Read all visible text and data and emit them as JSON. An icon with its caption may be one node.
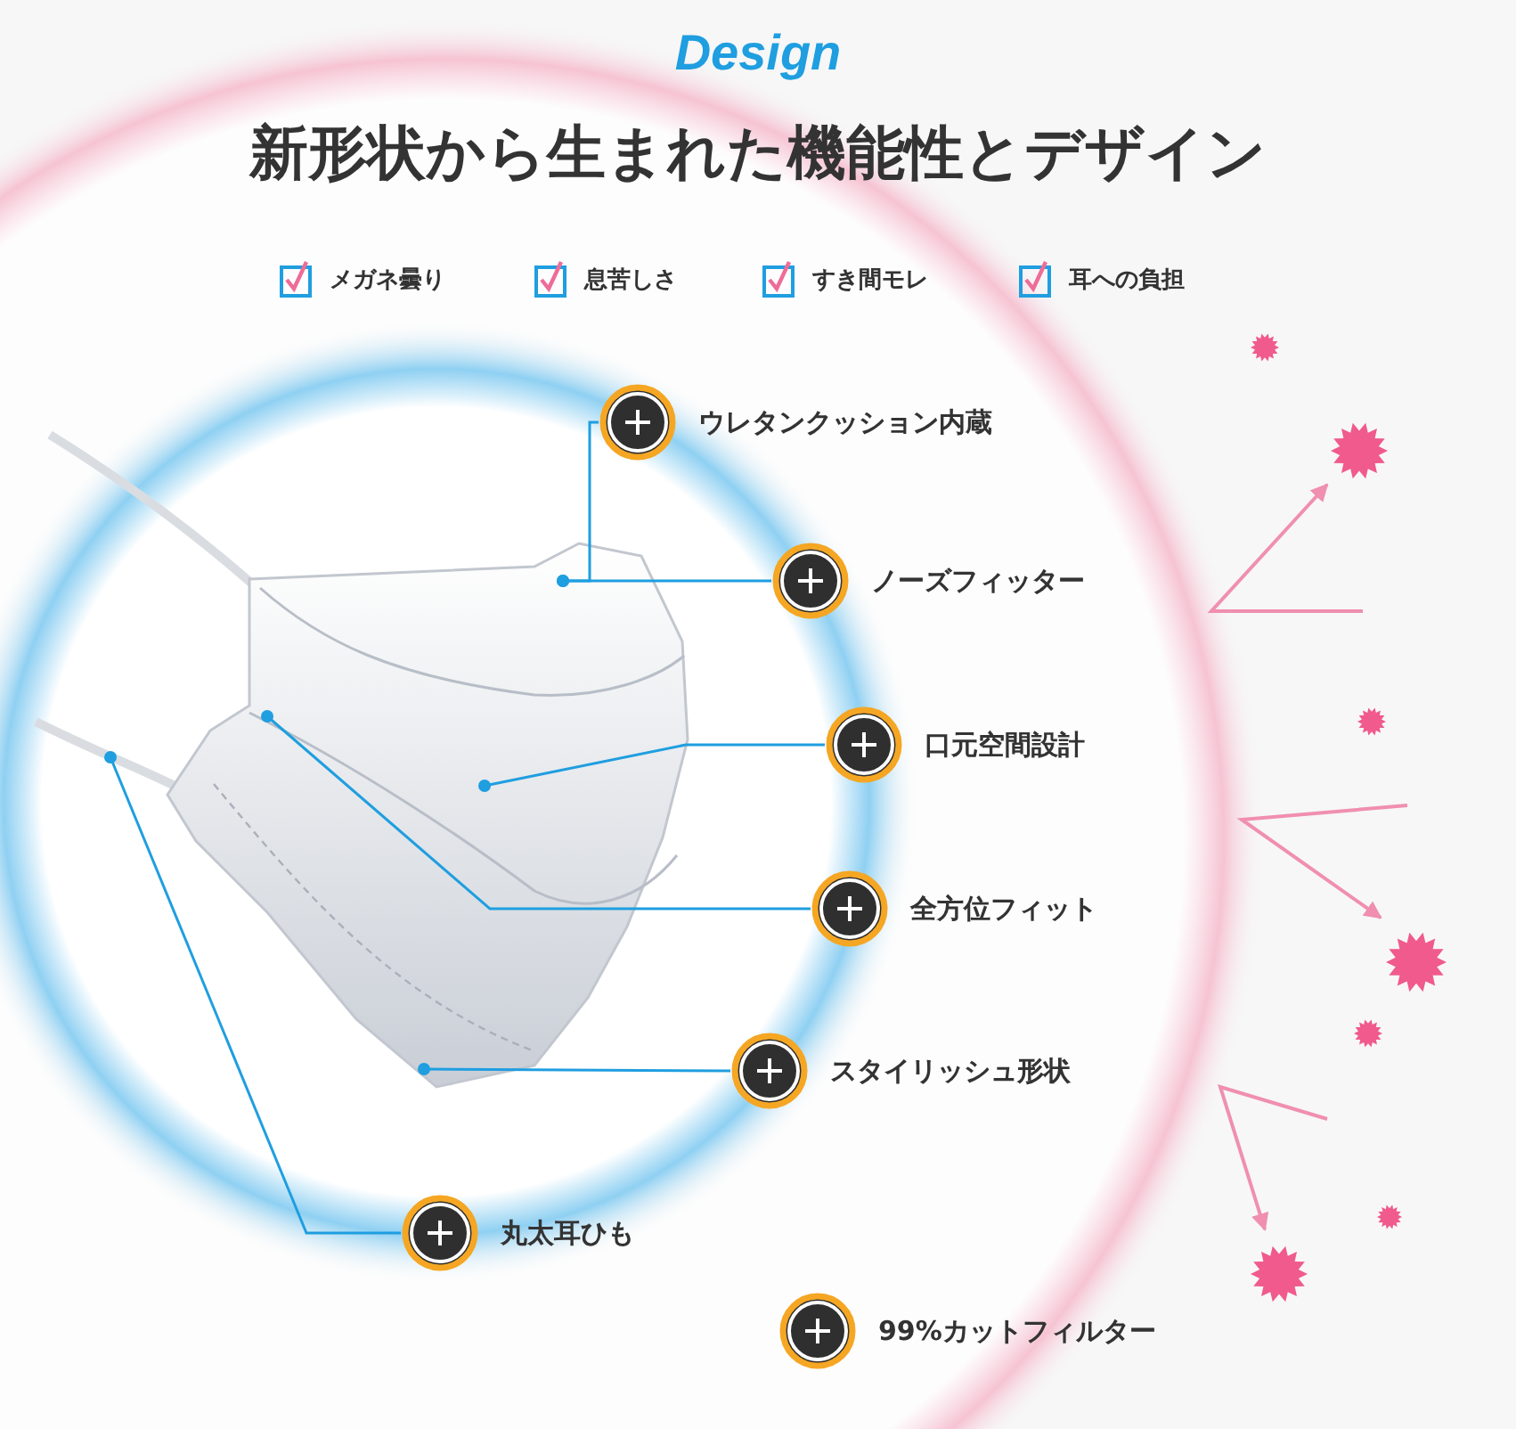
{
  "diagram": {
    "title": "新形状から生まれた機能性とデザイン",
    "nodes": [
      {
        "text": [
          "ウレタンクッション内蔵"
        ]
      },
      {
        "text": [
          "ノーズフィッター"
        ]
      },
      {
        "text": [
          "口元空間設計"
        ]
      },
      {
        "text": [
          "全方位フィット"
        ]
      },
      {
        "text": [
          "スタイリッシュ形状"
        ]
      },
      {
        "text": [
          "丸太耳ひも"
        ]
      },
      {
        "text": [
          "99%カットフィルター"
        ]
      }
    ],
    "edges": [
      {
        "from": 0,
        "to": null,
        "arrow": "other"
      },
      {
        "from": 1,
        "to": null,
        "arrow": "other"
      },
      {
        "from": 2,
        "to": null,
        "arrow": "other"
      },
      {
        "from": 3,
        "to": null,
        "arrow": "other"
      },
      {
        "from": 4,
        "to": null,
        "arrow": "other"
      },
      {
        "from": 5,
        "to": null,
        "arrow": "other"
      }
    ],
    "labels": [
      "Design",
      "メガネ曇り",
      "息苦しさ",
      "すき間モレ",
      "耳への負担"
    ]
  }
}
